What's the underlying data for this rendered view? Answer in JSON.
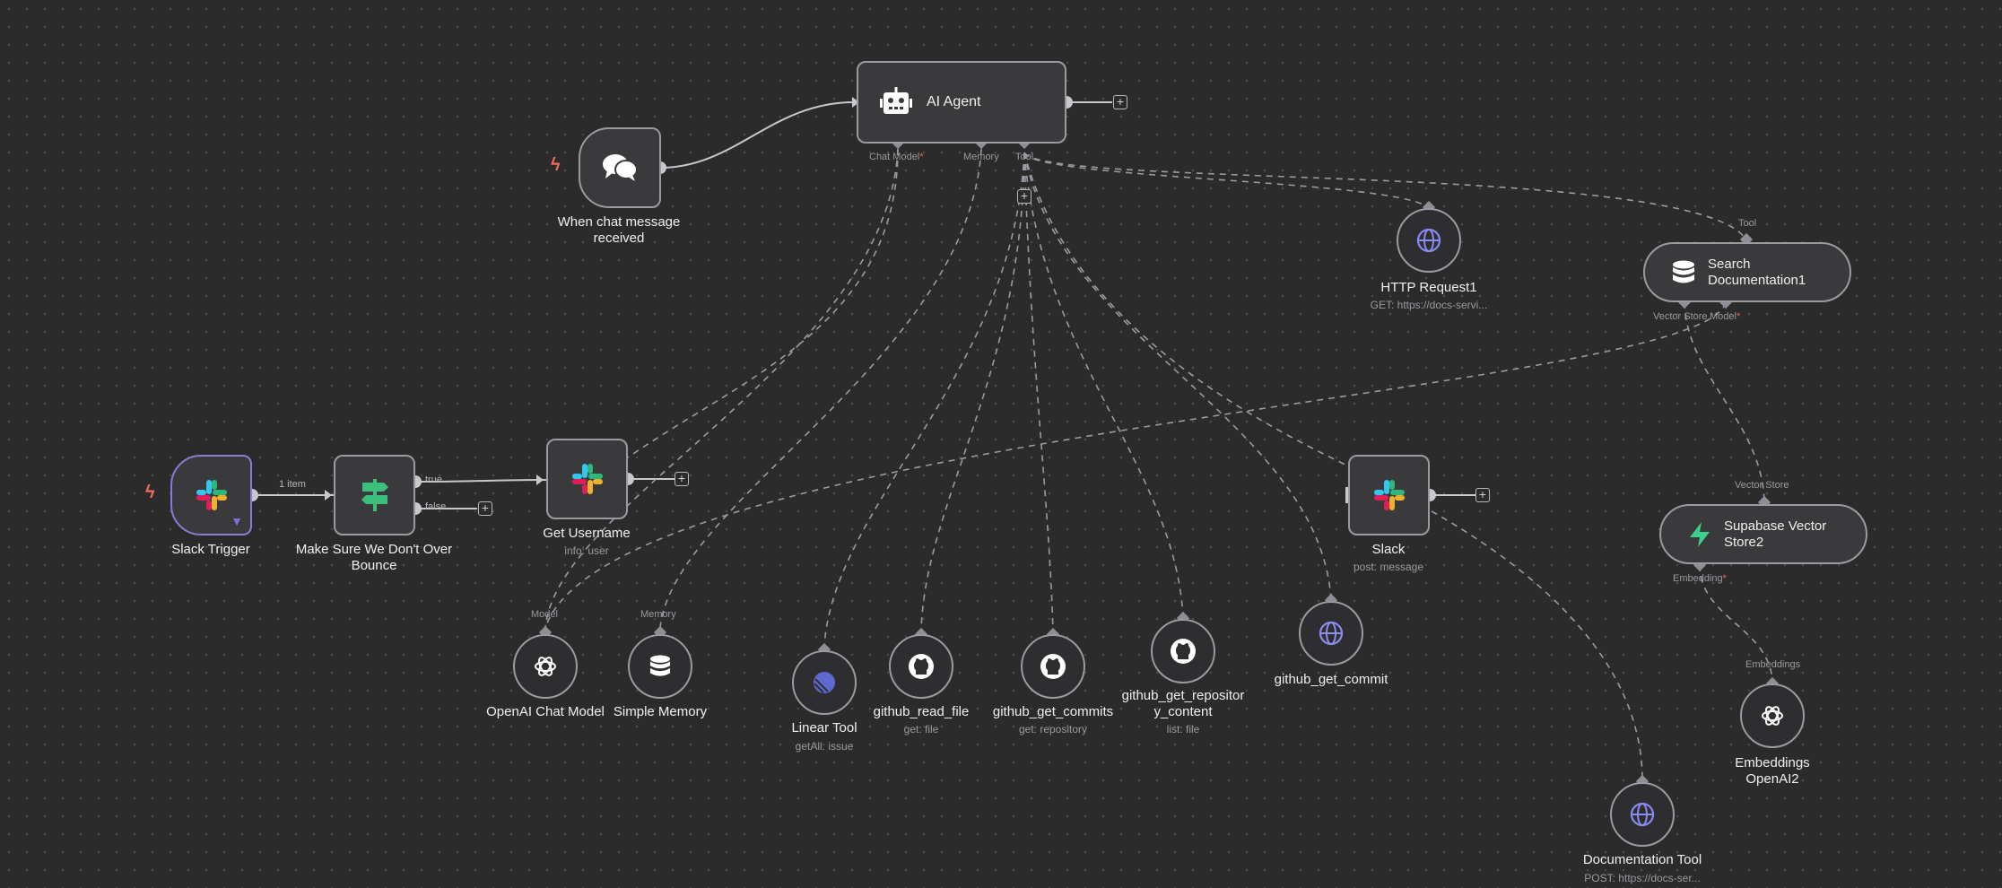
{
  "nodes": {
    "chat_trigger": {
      "title_line1": "When chat message",
      "title_line2": "received",
      "icon": "chat-bubbles-icon"
    },
    "ai_agent": {
      "title": "AI Agent",
      "icon": "robot-icon",
      "ports": {
        "chat_model": "Chat Model",
        "memory": "Memory",
        "tool": "Tool"
      }
    },
    "slack_trigger": {
      "title": "Slack Trigger",
      "icon": "slack-icon"
    },
    "filter": {
      "title_line1": "Make Sure We Don't Over",
      "title_line2": "Bounce",
      "icon": "signpost-icon",
      "out_true": "true",
      "out_false": "false"
    },
    "get_username": {
      "title": "Get Username",
      "subtitle": "info: user",
      "icon": "slack-icon"
    },
    "slack": {
      "title": "Slack",
      "subtitle": "post: message",
      "icon": "slack-icon"
    },
    "http_request": {
      "title": "HTTP Request1",
      "subtitle": "GET: https://docs-servi...",
      "icon": "globe-icon"
    },
    "search_docs": {
      "title_line1": "Search",
      "title_line2": "Documentation1",
      "icon": "database-icon",
      "port_tool": "Tool",
      "port_vector_store": "Vector Store",
      "port_model": "Model"
    },
    "supabase": {
      "title_line1": "Supabase Vector",
      "title_line2": "Store2",
      "icon": "supabase-icon",
      "port_vector_store": "Vector Store",
      "port_embedding": "Embedding"
    },
    "embeddings": {
      "title_line1": "Embeddings",
      "title_line2": "OpenAI2",
      "icon": "openai-icon",
      "port": "Embeddings"
    },
    "openai_chat": {
      "title": "OpenAI Chat Model",
      "icon": "openai-icon",
      "port": "Model"
    },
    "simple_memory": {
      "title": "Simple Memory",
      "icon": "database-icon",
      "port": "Memory"
    },
    "linear_tool": {
      "title": "Linear Tool",
      "subtitle": "getAll: issue",
      "icon": "linear-icon"
    },
    "gh_read_file": {
      "title": "github_read_file",
      "subtitle": "get: file",
      "icon": "github-icon"
    },
    "gh_get_commits": {
      "title": "github_get_commits",
      "subtitle": "get: repository",
      "icon": "github-icon"
    },
    "gh_repo_content": {
      "title_line1": "github_get_repositor",
      "title_line2": "y_content",
      "subtitle": "list: file",
      "icon": "github-icon"
    },
    "gh_get_commit": {
      "title": "github_get_commit",
      "icon": "globe-icon"
    },
    "doc_tool": {
      "title": "Documentation Tool",
      "subtitle": "POST: https://docs-ser...",
      "icon": "globe-icon"
    }
  },
  "connections": {
    "slack_to_filter": "1 item"
  },
  "required_marker": "*",
  "colors": {
    "background": "#2b2b2b",
    "node_fill": "#3a3a3c",
    "node_border": "#9a9aa0",
    "selected_border": "#8a7bd8",
    "trigger_bolt": "#ef6b5b",
    "required": "#e86a6a"
  }
}
